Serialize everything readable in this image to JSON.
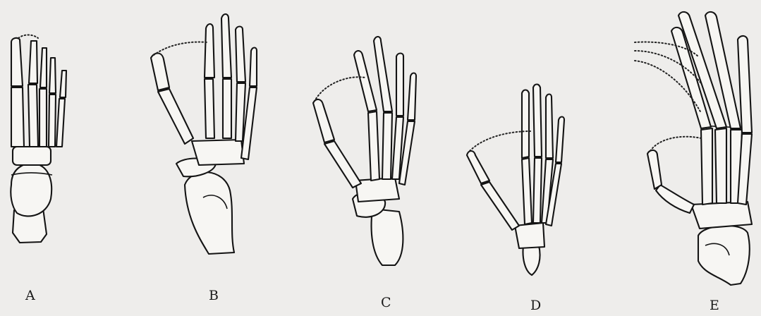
{
  "figure": {
    "labels": {
      "a": "A",
      "b": "B",
      "c": "C",
      "d": "D",
      "e": "E"
    }
  },
  "colors": {
    "paper": "#eeedeb",
    "ink": "#141414",
    "bone": "#f7f6f3"
  }
}
